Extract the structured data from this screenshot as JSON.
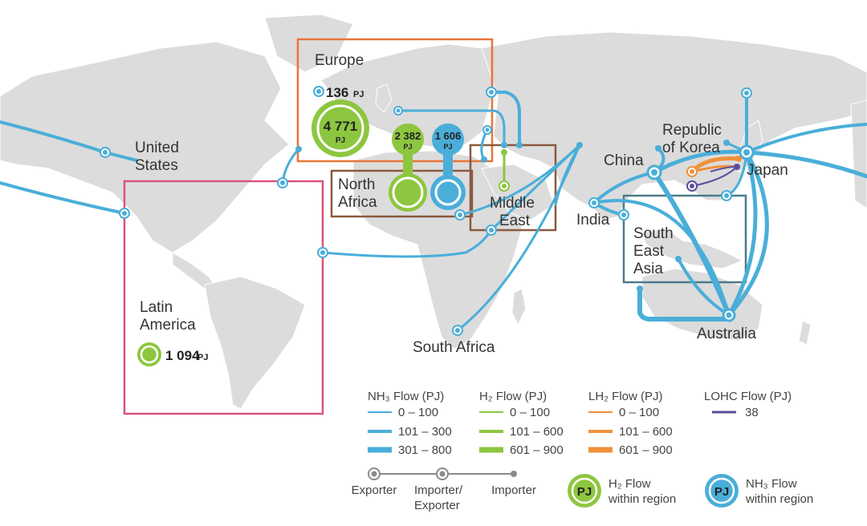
{
  "colors": {
    "nh3": "#4aaed9",
    "h2": "#8dc63f",
    "lh2": "#f0913a",
    "lohc": "#5c4b9e",
    "land": "#dcdcdc",
    "europe_box": "#e8743b",
    "north_africa_box": "#8b5a40",
    "middle_east_box": "#8b5a40",
    "latin_america_box": "#d9547c",
    "se_asia_box": "#4a7b8a"
  },
  "regions": {
    "europe": "Europe",
    "united_states": "United States",
    "north_africa": "North Africa",
    "middle_east": "Middle East",
    "china": "China",
    "korea": "Republic of Korea",
    "japan": "Japan",
    "india": "India",
    "se_asia": "South East Asia",
    "latin_america": "Latin America",
    "south_africa": "South Africa",
    "australia": "Australia"
  },
  "values": {
    "europe_nh3": "136",
    "europe_h2": "4 771",
    "north_africa_h2": "2 382",
    "north_africa_nh3": "1 606",
    "latin_america_h2": "1 094",
    "unit": "PJ"
  },
  "legend": {
    "nh3": {
      "title": "NH₃ Flow (PJ)",
      "items": [
        "0 – 100",
        "101 – 300",
        "301 – 800"
      ]
    },
    "h2": {
      "title": "H₂ Flow (PJ)",
      "items": [
        "0 – 100",
        "101 – 600",
        "601 – 900"
      ]
    },
    "lh2": {
      "title": "LH₂ Flow (PJ)",
      "items": [
        "0 – 100",
        "101 – 600",
        "601 – 900"
      ]
    },
    "lohc": {
      "title": "LOHC Flow (PJ)",
      "items": [
        "38"
      ]
    },
    "node_types": [
      "Exporter",
      "Importer/ Exporter",
      "Importer"
    ],
    "h2_within": "H₂ Flow within region",
    "nh3_within": "NH₃ Flow within region",
    "pj_badge": "PJ"
  }
}
